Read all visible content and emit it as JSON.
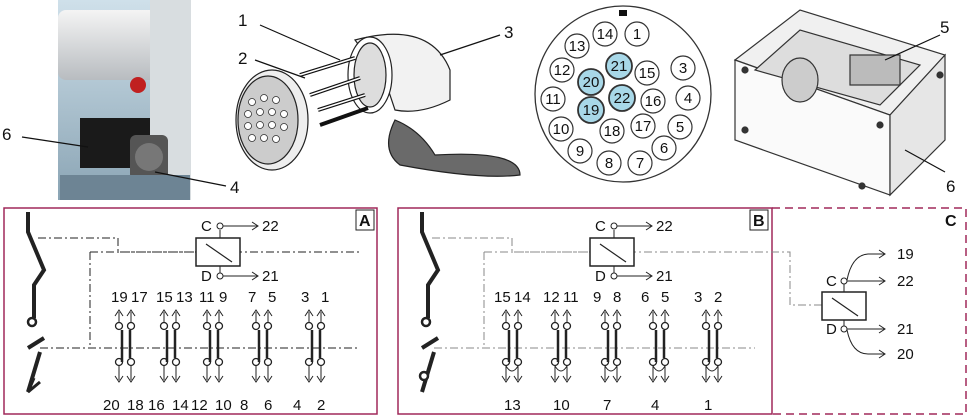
{
  "callouts": {
    "c1": "1",
    "c2": "2",
    "c3": "3",
    "c4": "4",
    "c5": "5",
    "c6a": "6",
    "c6b": "6"
  },
  "connector_pins": [
    {
      "label": "14",
      "highlight": false
    },
    {
      "label": "1",
      "highlight": false
    },
    {
      "label": "13",
      "highlight": false
    },
    {
      "label": "21",
      "highlight": true
    },
    {
      "label": "3",
      "highlight": false
    },
    {
      "label": "12",
      "highlight": false
    },
    {
      "label": "20",
      "highlight": true
    },
    {
      "label": "15",
      "highlight": false
    },
    {
      "label": "11",
      "highlight": false
    },
    {
      "label": "22",
      "highlight": true
    },
    {
      "label": "16",
      "highlight": false
    },
    {
      "label": "4",
      "highlight": false
    },
    {
      "label": "19",
      "highlight": true
    },
    {
      "label": "10",
      "highlight": false
    },
    {
      "label": "18",
      "highlight": false
    },
    {
      "label": "17",
      "highlight": false
    },
    {
      "label": "5",
      "highlight": false
    },
    {
      "label": "9",
      "highlight": false
    },
    {
      "label": "6",
      "highlight": false
    },
    {
      "label": "8",
      "highlight": false
    },
    {
      "label": "7",
      "highlight": false
    }
  ],
  "panel_a": {
    "title": "A",
    "coil_top": "C",
    "coil_top_pin": "22",
    "coil_bottom": "D",
    "coil_bottom_pin": "21",
    "top_pins": [
      "19",
      "17",
      "15",
      "13",
      "11",
      "9",
      "7",
      "5",
      "3",
      "1"
    ],
    "bottom_pins": [
      "20",
      "18",
      "16",
      "14",
      "12",
      "10",
      "8",
      "6",
      "4",
      "2"
    ]
  },
  "panel_b": {
    "title": "B",
    "coil_top": "C",
    "coil_top_pin": "22",
    "coil_bottom": "D",
    "coil_bottom_pin": "21",
    "top_pins": [
      "15",
      "14",
      "12",
      "11",
      "9",
      "8",
      "6",
      "5",
      "3",
      "2"
    ],
    "bottom_pins": [
      "13",
      "10",
      "7",
      "4",
      "1"
    ]
  },
  "panel_c": {
    "title": "C",
    "coil_top": "C",
    "coil_bottom": "D",
    "pins": [
      "19",
      "22",
      "21",
      "20"
    ]
  },
  "colors": {
    "frame": "#a0285a",
    "highlight": "#a8d8e8"
  }
}
